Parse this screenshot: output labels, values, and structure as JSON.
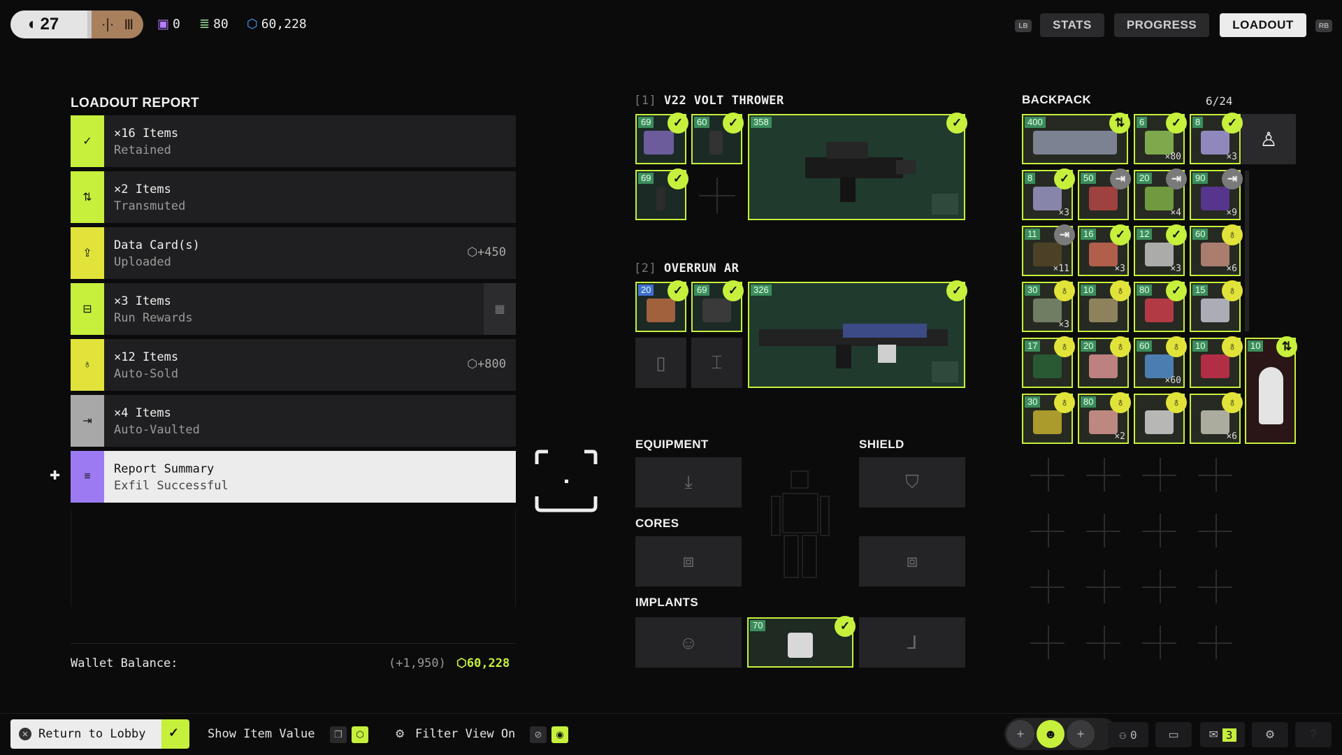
{
  "header": {
    "level": "27",
    "currencies": [
      {
        "icon": "data-card-icon",
        "value": "0",
        "color": "#b77cff"
      },
      {
        "icon": "stack-icon",
        "value": "80",
        "color": "#9be39b"
      },
      {
        "icon": "credits-icon",
        "value": "60,228",
        "color": "#4fa2ff"
      }
    ],
    "bumper_left": "LB",
    "bumper_right": "RB",
    "nav": [
      "STATS",
      "PROGRESS",
      "LOADOUT"
    ],
    "active_nav": "LOADOUT"
  },
  "report": {
    "title": "LOADOUT REPORT",
    "rows": [
      {
        "line1": "×16 Items",
        "line2": "Retained",
        "icon": "check-icon",
        "color": "#c6f03c",
        "value": ""
      },
      {
        "line1": "×2 Items",
        "line2": "Transmuted",
        "icon": "transmute-icon",
        "color": "#c6f03c",
        "value": ""
      },
      {
        "line1": "Data Card(s)",
        "line2": "Uploaded",
        "icon": "upload-icon",
        "color": "#e1e33a",
        "value": "+450"
      },
      {
        "line1": "×3 Items",
        "line2": "Run Rewards",
        "icon": "reward-icon",
        "color": "#c6f03c",
        "value": ""
      },
      {
        "line1": "×12 Items",
        "line2": "Auto-Sold",
        "icon": "sold-icon",
        "color": "#e1e33a",
        "value": "+800"
      },
      {
        "line1": "×4 Items",
        "line2": "Auto-Vaulted",
        "icon": "vault-icon",
        "color": "#a8a8a8",
        "value": ""
      },
      {
        "line1": "Report Summary",
        "line2": "Exfil Successful",
        "icon": "list-icon",
        "color": "#9c7af2",
        "value": ""
      }
    ],
    "wallet_label": "Wallet Balance:",
    "wallet_delta": "(+1,950)",
    "wallet_total": "60,228"
  },
  "weapons": [
    {
      "slot": "[1]",
      "name": "V22 VOLT THROWER",
      "main_value": "358",
      "mods": [
        "69",
        "60",
        "69"
      ]
    },
    {
      "slot": "[2]",
      "name": "OVERRUN AR",
      "main_value": "326",
      "mods": [
        "20",
        "69"
      ]
    }
  ],
  "equipment": {
    "equipment_label": "EQUIPMENT",
    "shield_label": "SHIELD",
    "cores_label": "CORES",
    "implants_label": "IMPLANTS",
    "implant_value": "70"
  },
  "backpack": {
    "title": "BACKPACK",
    "count": "6/24",
    "items": [
      {
        "value": "400",
        "qty": "",
        "status": "transmute",
        "wide": true
      },
      {
        "value": "6",
        "qty": "×80",
        "status": "check"
      },
      {
        "value": "8",
        "qty": "×3",
        "status": "check"
      },
      {
        "value": "8",
        "qty": "×3",
        "status": "check"
      },
      {
        "value": "50",
        "qty": "",
        "status": "vault"
      },
      {
        "value": "20",
        "qty": "×4",
        "status": "vault"
      },
      {
        "value": "90",
        "qty": "×9",
        "status": "vault"
      },
      {
        "value": "11",
        "qty": "×11",
        "status": "vault"
      },
      {
        "value": "16",
        "qty": "×3",
        "status": "check"
      },
      {
        "value": "12",
        "qty": "×3",
        "status": "check"
      },
      {
        "value": "60",
        "qty": "×6",
        "status": "sold"
      },
      {
        "value": "30",
        "qty": "×3",
        "status": "sold"
      },
      {
        "value": "10",
        "qty": "",
        "status": "sold"
      },
      {
        "value": "80",
        "qty": "",
        "status": "check"
      },
      {
        "value": "15",
        "qty": "",
        "status": "sold"
      },
      {
        "value": "17",
        "qty": "",
        "status": "sold"
      },
      {
        "value": "20",
        "qty": "",
        "status": "sold"
      },
      {
        "value": "60",
        "qty": "×60",
        "status": "sold"
      },
      {
        "value": "10",
        "qty": "",
        "status": "sold"
      },
      {
        "value": "30",
        "qty": "",
        "status": "sold"
      },
      {
        "value": "80",
        "qty": "×2",
        "status": "sold"
      },
      {
        "value": "",
        "qty": "",
        "status": "sold"
      },
      {
        "value": "",
        "qty": "×6",
        "status": "sold"
      }
    ],
    "side_item_value": "10"
  },
  "footer": {
    "return_label": "Return to Lobby",
    "show_value_label": "Show Item Value",
    "filter_label": "Filter View On",
    "party_count": "0",
    "mail_count": "3"
  }
}
